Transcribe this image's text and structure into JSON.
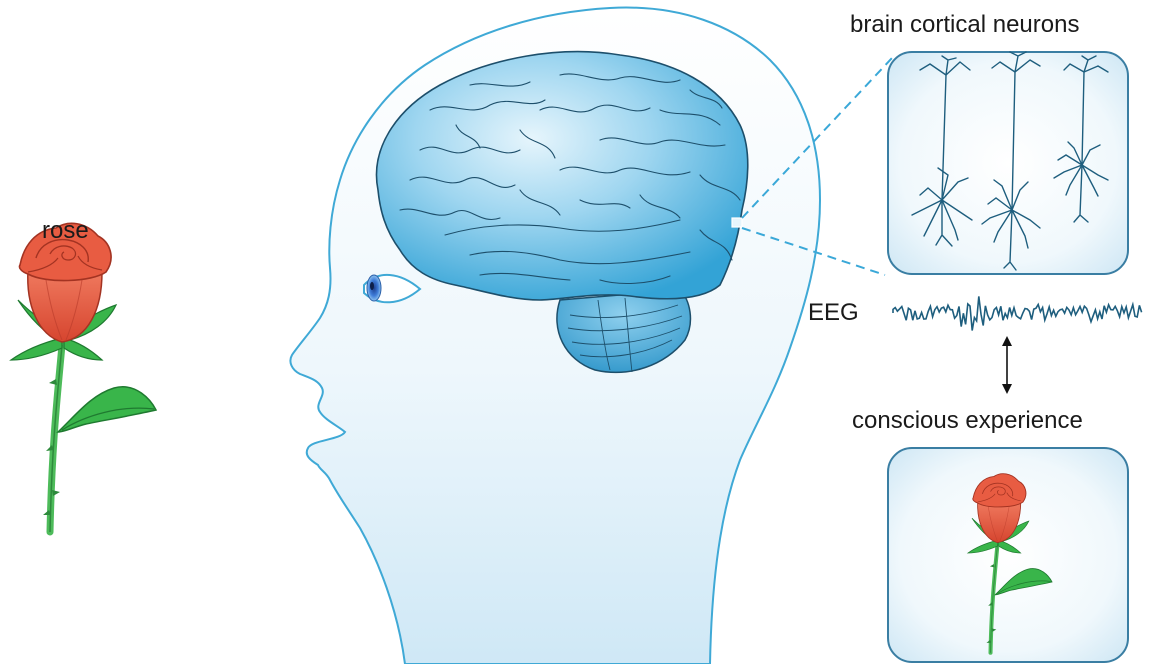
{
  "labels": {
    "rose": "rose",
    "neurons": "brain cortical neurons",
    "eeg": "EEG",
    "conscious": "conscious experience"
  },
  "colors": {
    "head_outline": "#3fa9d6",
    "head_fill_top": "#ffffff",
    "head_fill_bottom": "#d4ebf7",
    "brain_light": "#b9e2f5",
    "brain_dark": "#3aa8d8",
    "brain_lines": "#1d4f6b",
    "neuron": "#1e5e7e",
    "eeg_wave": "#1e5e7e",
    "panel_border": "#3a7ea3",
    "panel_fill": "#e3f1fa",
    "petal": "#e2573f",
    "petal_dark": "#b73a2a",
    "leaf": "#39b54a",
    "leaf_dark": "#1f7a30",
    "stem": "#4dbb5a",
    "eye_iris": "#3a6fd0",
    "dashed_line": "#3aa8d8",
    "arrow": "#111111"
  },
  "icons": {
    "rose": "rose-flower-icon",
    "eye": "eye-icon",
    "brain": "brain-icon",
    "neurons": "pyramidal-neuron-icon",
    "arrow": "double-headed-arrow-icon"
  }
}
